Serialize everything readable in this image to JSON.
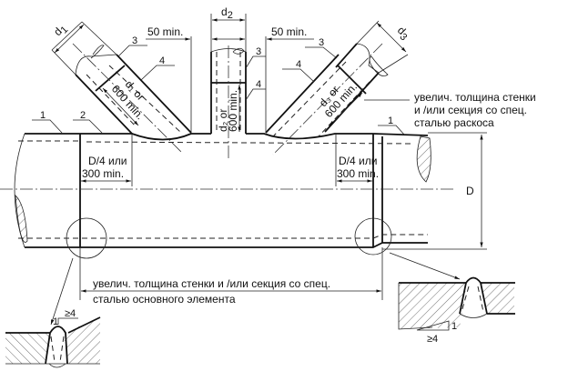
{
  "labels": {
    "d1": "d",
    "d1_sub": "1",
    "d2": "d",
    "d2_sub": "2",
    "d3": "d",
    "d3_sub": "3",
    "min50_left": "50 min.",
    "min50_right": "50 min.",
    "part3": "3",
    "part4": "4",
    "part1": "1",
    "part2": "2",
    "brace_len_1": "d₁ or",
    "brace_len_1b": "600 min.",
    "brace_len_2": "d₂ or",
    "brace_len_2b": "600 min.",
    "brace_len_3": "d₃ or",
    "brace_len_3b": "600 min.",
    "brace_note_1": "увелич. толщина стенки",
    "brace_note_2": "и /или секция со спец.",
    "brace_note_3": "сталью раскоса",
    "offset_left_1": "D/4 или",
    "offset_left_2": "300 min.",
    "offset_right_1": "D/4 или",
    "offset_right_2": "300 min.",
    "chord_dia": "D",
    "chord_note_1": "увелич. толщина стенки и /или секция со спец.",
    "chord_note_2": "сталью основного элемента",
    "taper_left_ratio": "≥4",
    "taper_left_one": "1",
    "taper_right_ratio": "≥4",
    "taper_right_one": "1"
  }
}
